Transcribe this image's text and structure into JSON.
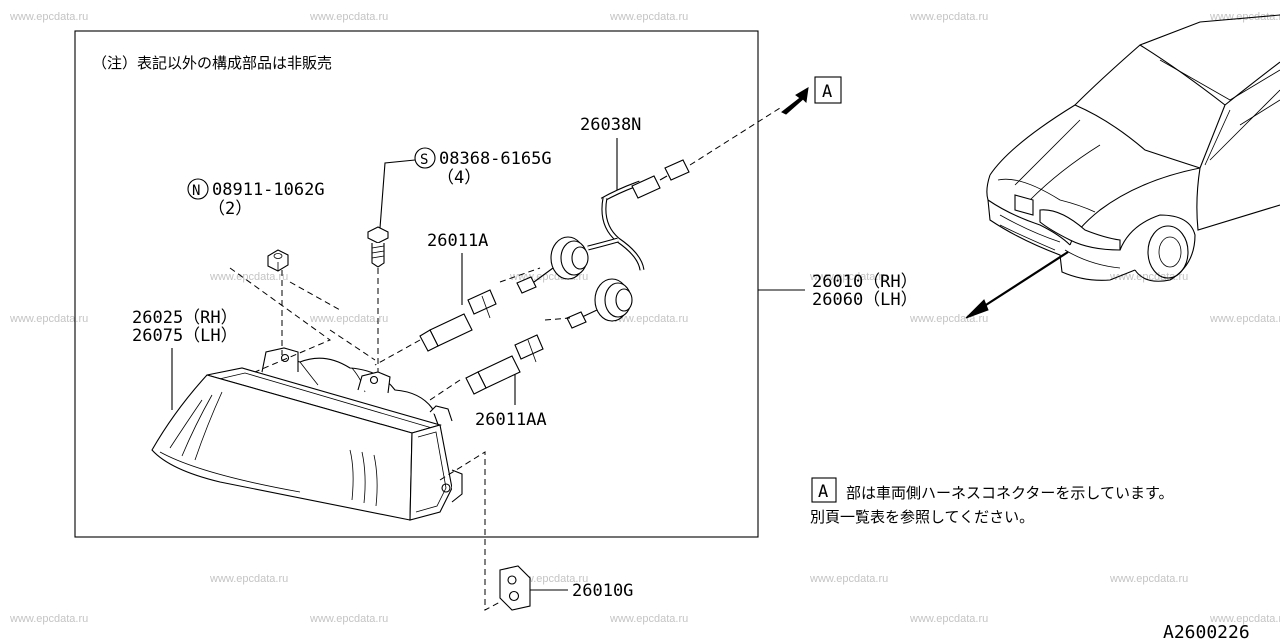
{
  "watermarks": {
    "text": "www.epcdata.ru"
  },
  "note_top": "（注）表記以外の構成部品は非販売",
  "parts": {
    "nut_code": "08911-1062G",
    "nut_prefix": "N",
    "nut_qty": "（2）",
    "screw_code": "08368-6165G",
    "screw_prefix": "S",
    "screw_qty": "（4）",
    "harness": "26038N",
    "bulb_a": "26011A",
    "bulb_aa": "26011AA",
    "lamp_rh": "26010（RH）",
    "lamp_lh": "26060（LH）",
    "housing_rh": "26025（RH）",
    "housing_lh": "26075（LH）",
    "bracket": "26010G"
  },
  "connector_ref": "A",
  "legend": {
    "box": "A",
    "line1": "部は車両側ハーネスコネクターを示しています。",
    "line2": "別頁一覧表を参照してください。"
  },
  "diagram_code": "A2600226"
}
